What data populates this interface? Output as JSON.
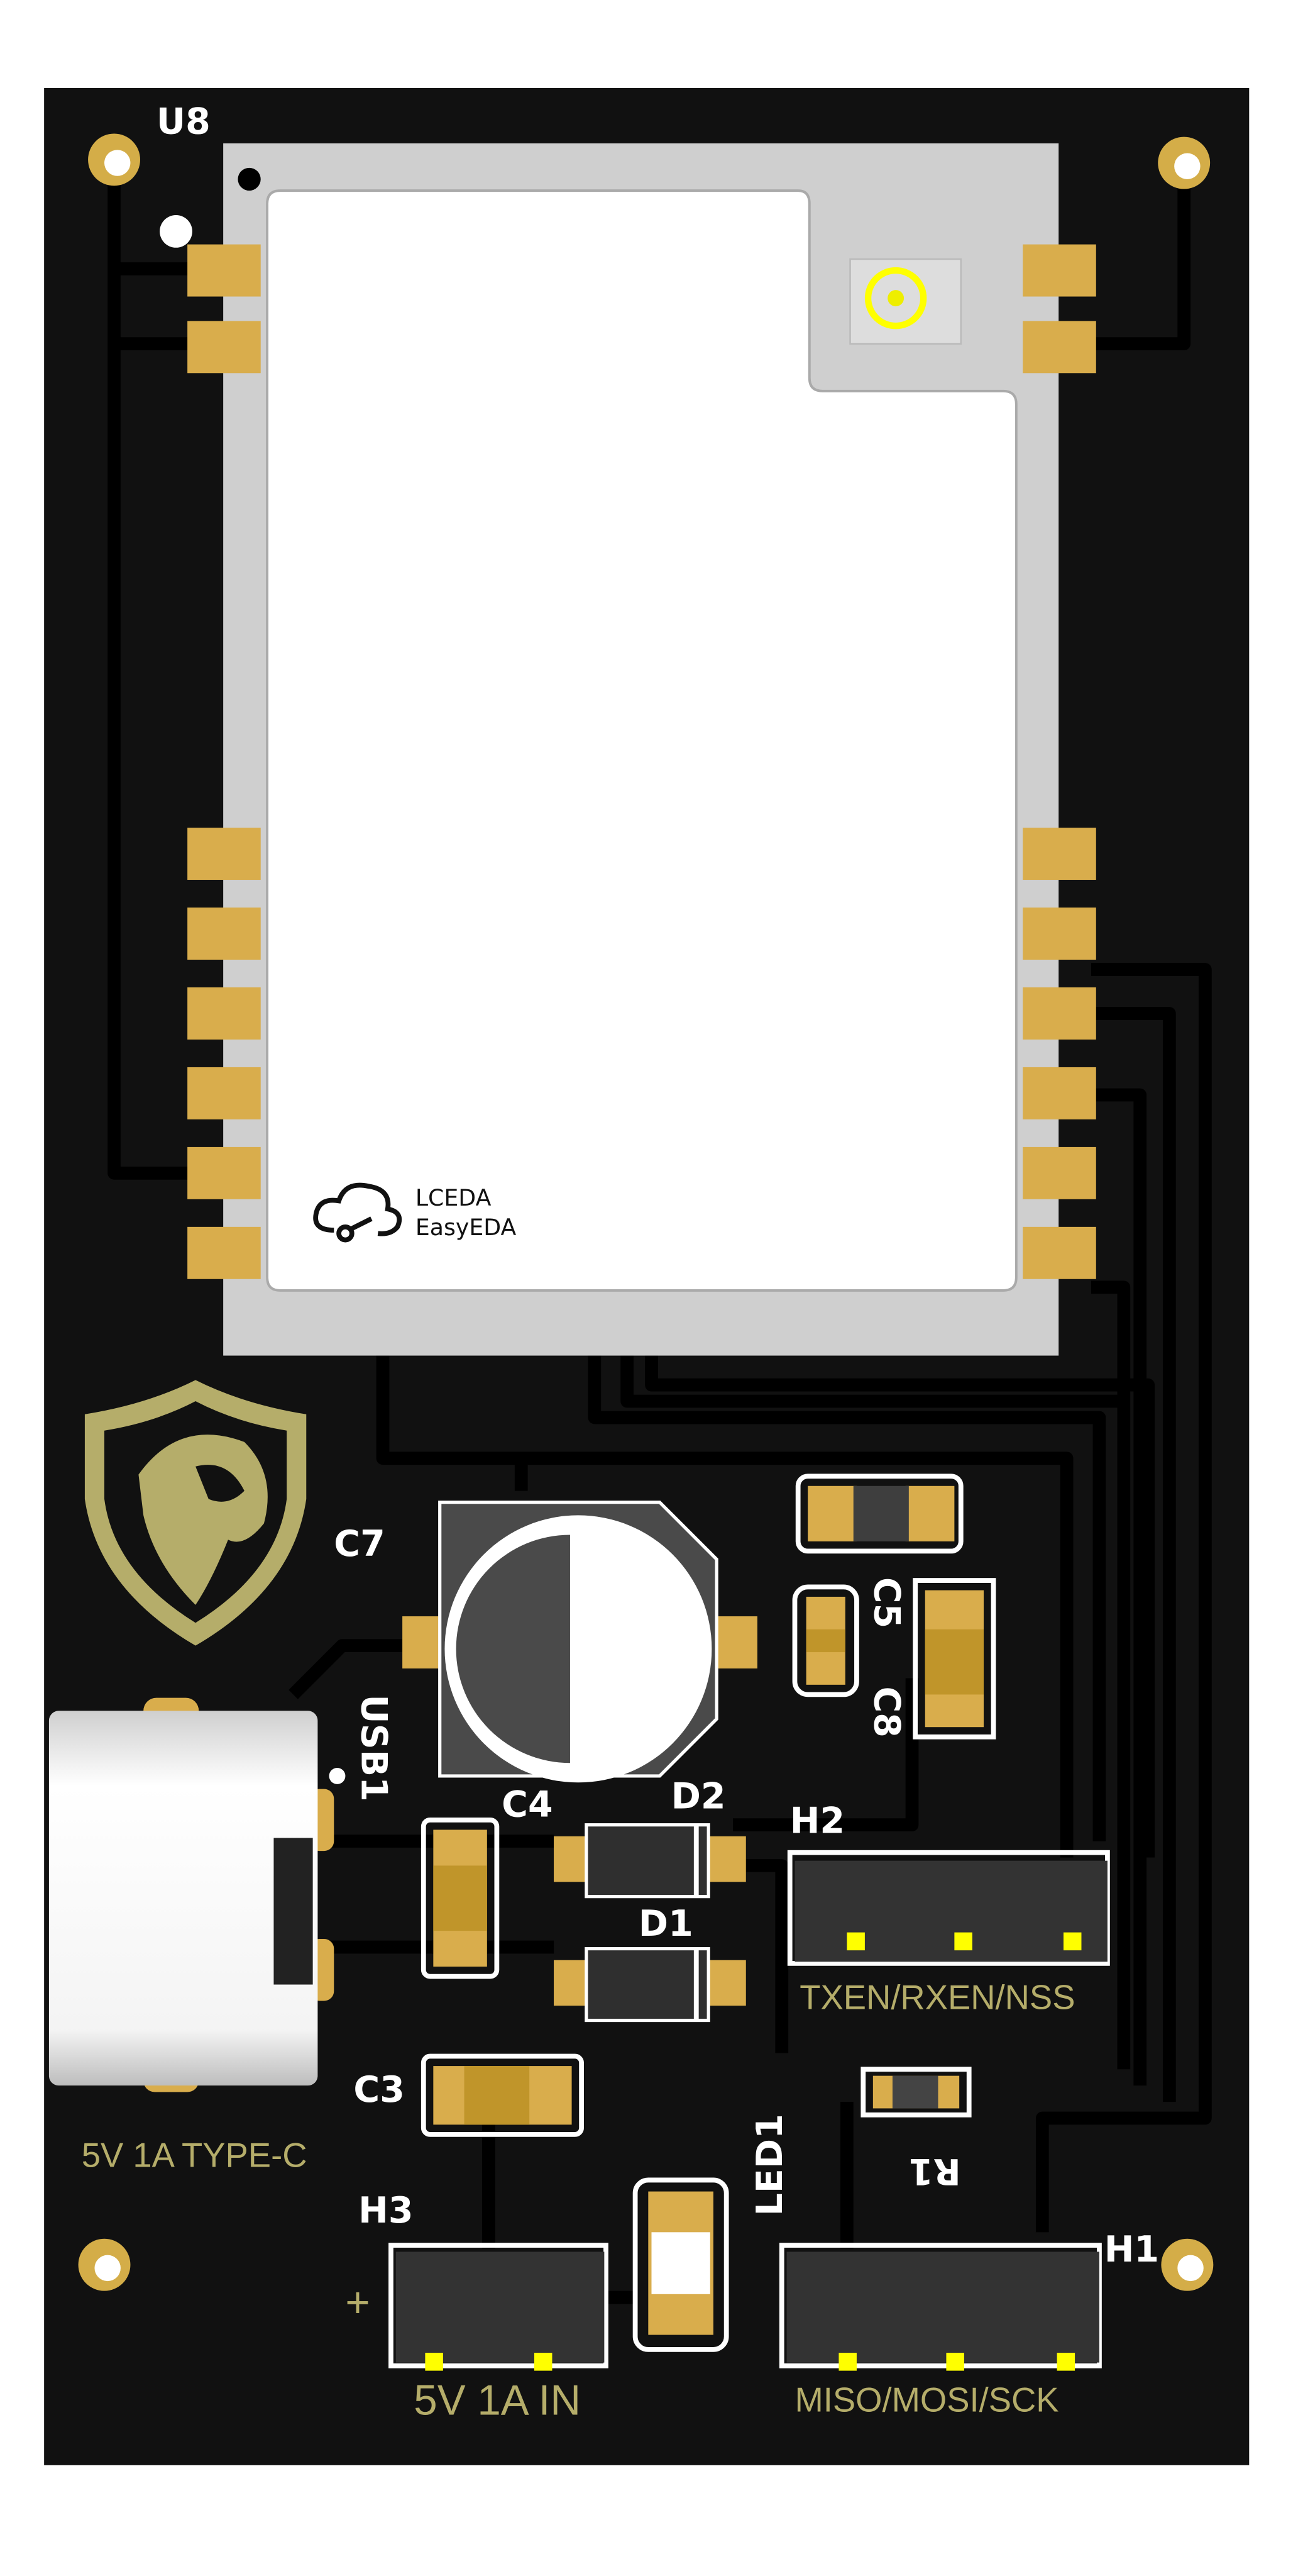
{
  "board": {
    "colors": {
      "board": "#111111",
      "pad": "#d9ad4c",
      "silk_gold": "#b5ad6a",
      "shield": "#cfcfcf"
    },
    "designators": {
      "u8": "U8",
      "c7": "C7",
      "usb1": "USB1",
      "c4": "C4",
      "d2": "D2",
      "d1": "D1",
      "h2": "H2",
      "c5": "C5",
      "c8": "C8",
      "c3": "C3",
      "r1": "R1",
      "led1": "LED1",
      "h3": "H3",
      "h1": "H1"
    },
    "silkscreen": {
      "usb_label": "5V 1A TYPE-C",
      "h2_label": "TXEN/RXEN/NSS",
      "h3_label": "5V 1A IN",
      "h3_plus": "+",
      "h1_label": "MISO/MOSI/SCK"
    },
    "module_logo": {
      "line1": "LCEDA",
      "line2": "EasyEDA",
      "icon": "cloud-logo-icon"
    },
    "emblem": "lion-shield-icon"
  }
}
